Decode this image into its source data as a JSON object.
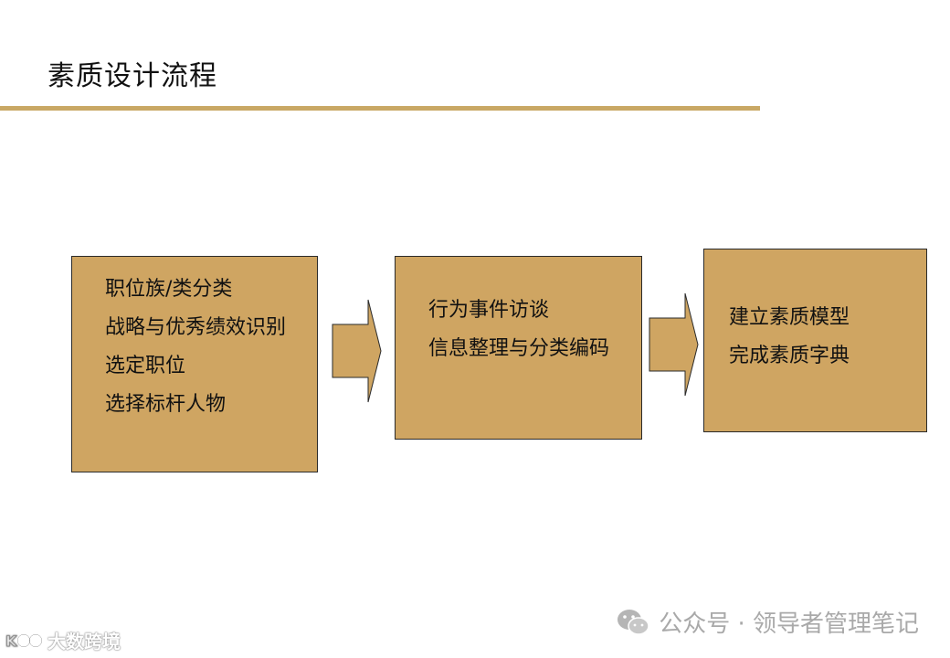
{
  "title": "素质设计流程",
  "steps": [
    {
      "items": [
        "职位族/类分类",
        "战略与优秀绩效识别",
        "选定职位",
        "选择标杆人物"
      ]
    },
    {
      "items": [
        "行为事件访谈",
        "信息整理与分类编码"
      ]
    },
    {
      "items": [
        "建立素质模型",
        "完成素质字典"
      ]
    }
  ],
  "watermark": {
    "icon": "wechat-icon",
    "text": "公众号 · 领导者管理笔记"
  },
  "brand": {
    "icon": "brand-logo-icon",
    "text": "大数跨境"
  },
  "colors": {
    "box_fill": "#cfa562",
    "rule": "#c9a865",
    "box_border": "#2a2a2a"
  }
}
